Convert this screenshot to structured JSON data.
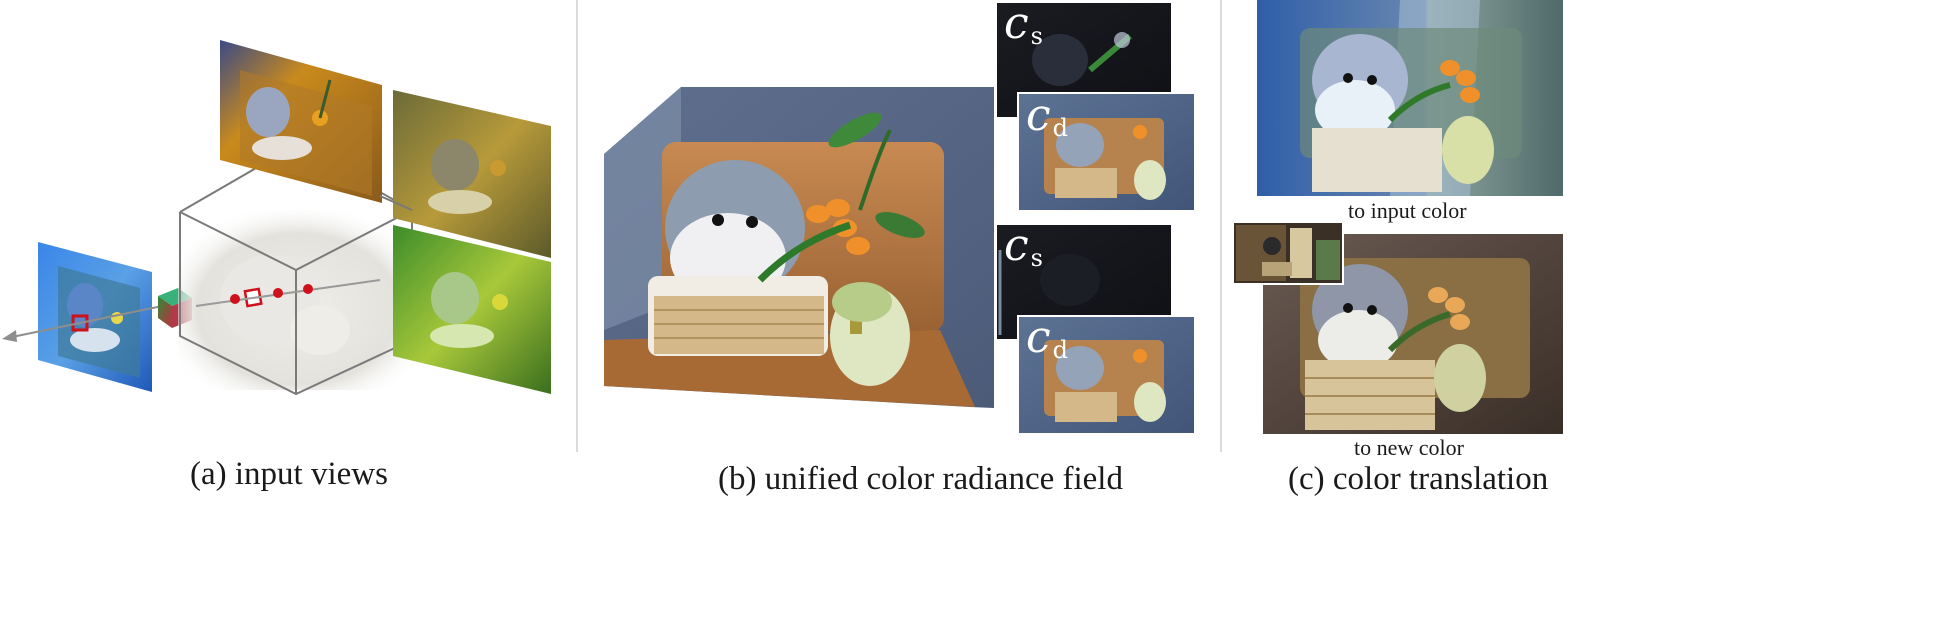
{
  "panels": {
    "a": {
      "caption": "(a) input views"
    },
    "b": {
      "caption": "(b) unified color radiance field",
      "symbols": [
        {
          "letter": "c",
          "sub": "s"
        },
        {
          "letter": "c",
          "sub": "d"
        },
        {
          "letter": "c",
          "sub": "s"
        },
        {
          "letter": "c",
          "sub": "d"
        }
      ]
    },
    "c": {
      "caption": "(c) color translation",
      "labels": {
        "top": "to input color",
        "bottom": "to new color"
      }
    }
  },
  "colors": {
    "sample_point": "#d0101a",
    "cube_edge": "#7a7a7a",
    "view_blue": "#2c6fd6",
    "view_orange": "#c98a1c",
    "view_yellowgreen": "#a9a04a",
    "view_green": "#4f9a2a"
  }
}
